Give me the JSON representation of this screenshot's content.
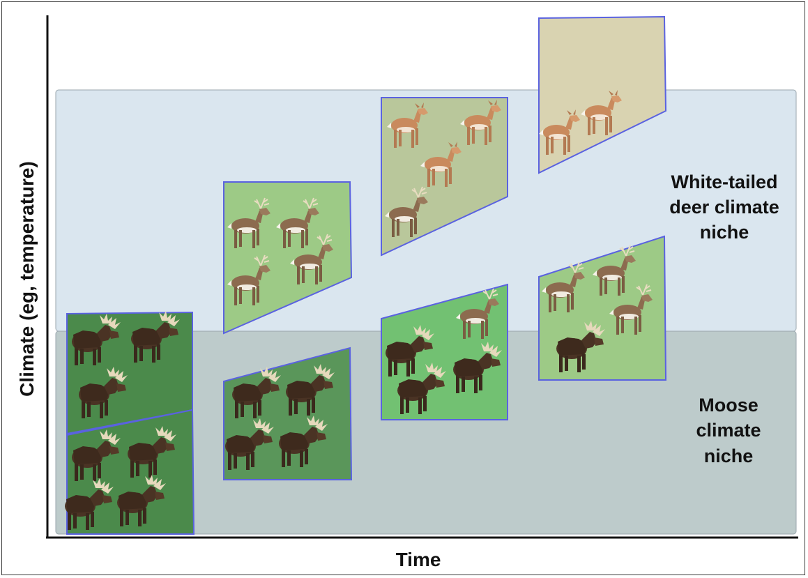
{
  "y_axis_label": "Climate (eg, temperature)",
  "x_axis_label": "Time",
  "deer_niche_label": [
    "White-tailed",
    "deer climate",
    "niche"
  ],
  "moose_niche_label": [
    "Moose",
    "climate",
    "niche"
  ],
  "colors": {
    "deer_niche_band": "#dae6ef",
    "moose_niche_band": "#bdcbcb",
    "panel_border": "#5a62e0",
    "moose_only_panel": "#4b8a4b",
    "mixed_green_panel": "#72c172",
    "deer_green_panel": "#9dca86",
    "deer_olive_panel": "#b9c79b",
    "deer_tan_panel": "#d9d3b1",
    "moose_figure": "#4a3324",
    "deer_figure": "#8c6b4f",
    "doe_figure": "#c98a5d"
  },
  "icons": [
    "moose-icon",
    "buck-deer-icon",
    "doe-deer-icon"
  ]
}
